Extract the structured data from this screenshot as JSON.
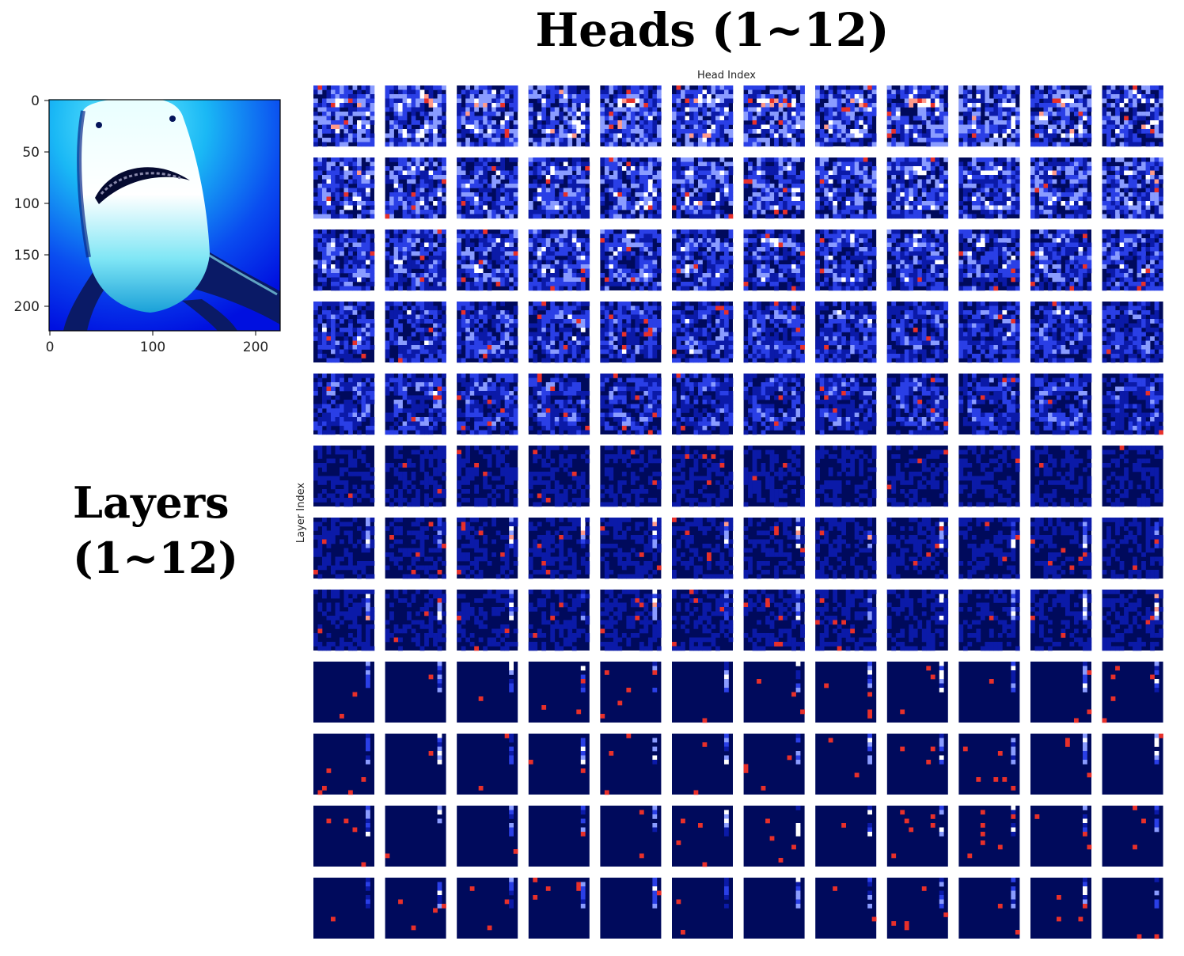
{
  "titles": {
    "heads": "Heads (1~12)",
    "layers_line1": "Layers",
    "layers_line2": "(1~12)"
  },
  "axis_labels": {
    "head_index": "Head Index",
    "layer_index": "Layer Index"
  },
  "preview_image": {
    "subject": "shark",
    "x_ticks": [
      "0",
      "100",
      "200"
    ],
    "y_ticks": [
      "0",
      "50",
      "100",
      "150",
      "200"
    ],
    "extent": [
      0,
      224
    ]
  },
  "attention_grid": {
    "rows": 12,
    "cols": 12,
    "patch_resolution": 14,
    "colormap": [
      "#000a5c",
      "#0b1aa8",
      "#2a3fe6",
      "#8a9cff",
      "#ffffff",
      "#ff9a8a",
      "#e8302a"
    ]
  },
  "colors": {
    "background": "#ffffff",
    "ocean_light": "#3bdcff",
    "ocean_deep": "#0010e8",
    "map_low": "#000a5c",
    "map_high": "#e8302a"
  }
}
